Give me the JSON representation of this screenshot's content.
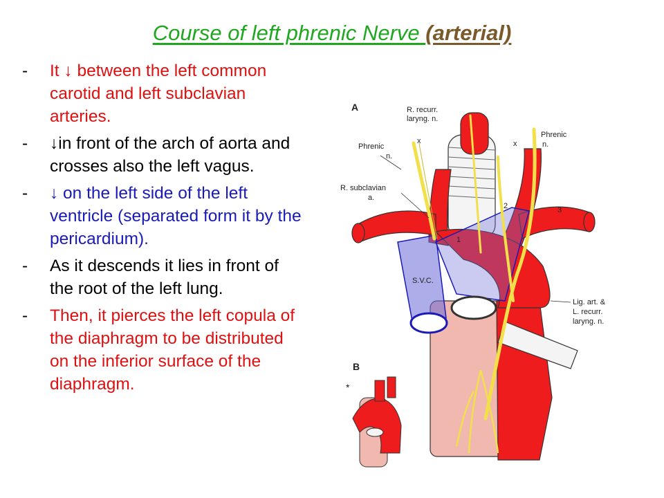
{
  "title": {
    "main": "Course of left phrenic Nerve ",
    "tag": "(arterial)"
  },
  "bullets": [
    {
      "dash": "-",
      "text": "It ↓ between the left common carotid and left subclavian arteries.",
      "color": "#e01010"
    },
    {
      "dash": "-",
      "text": "↓in front of the arch of aorta and crosses also the left vagus.",
      "color": "#000000"
    },
    {
      "dash": "-",
      "text": "↓ on the left side of the left ventricle (separated form it by the pericardium).",
      "color": "#1a1ab8"
    },
    {
      "dash": "-",
      "text": "As it descends it lies in front of the root of the left lung.",
      "color": "#000000"
    },
    {
      "dash": "-",
      "text": "Then, it pierces the left copula of the diaphragm to be distributed on the inferior surface of the diaphragm.",
      "color": "#e01010"
    }
  ],
  "diagram": {
    "labels": {
      "a": "A",
      "b": "B",
      "recurr_1": "R. recurr.",
      "recurr_2": "laryng. n.",
      "phrenic_left_1": "Phrenic",
      "phrenic_left_2": "n.",
      "phrenic_right_1": "Phrenic",
      "phrenic_right_2": "n.",
      "x_left": "x",
      "x_right": "x",
      "subclavian_1": "R. subclavian",
      "subclavian_2": "a.",
      "svc": "S.V.C.",
      "num_1": "1",
      "num_2": "2",
      "num_3": "3",
      "lig_1": "Lig. art. &",
      "lig_2": "L. recurr.",
      "lig_3": "laryng. n.",
      "star": "*"
    },
    "colors": {
      "artery": "#ee1c1c",
      "nerve": "#f2e04a",
      "svc": "#6a6ad8",
      "esophagus": "#f1b8b0",
      "trachea": "#f4f4f4"
    }
  }
}
